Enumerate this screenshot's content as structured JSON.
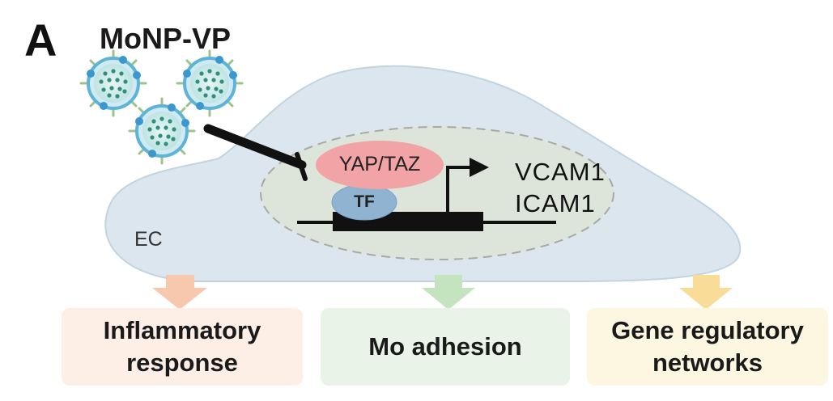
{
  "panel_label": "A",
  "virus_label": "MoNP-VP",
  "nucleus": {
    "complex_label": "YAP/TAZ",
    "tf_label": "TF",
    "target_genes": [
      "VCAM1",
      "ICAM1"
    ]
  },
  "cell_label": "EC",
  "outcomes": [
    {
      "lines": [
        "Inflammatory",
        "response"
      ]
    },
    {
      "lines": [
        "Mo adhesion"
      ]
    },
    {
      "lines": [
        "Gene regulatory",
        "networks"
      ]
    }
  ],
  "colors": {
    "cell_fill": "#dbe6ee",
    "nucleus_fill": "#dde4d9",
    "yap_taz": "#f2a3a6",
    "tf": "#8fb3d1",
    "inflammatory_box": "#fdeee6",
    "inflammatory_arrow": "#f7c8ad",
    "adhesion_box": "#e9f3e8",
    "adhesion_arrow": "#c4e3bf",
    "grn_box": "#fdf6e1",
    "grn_arrow": "#f9dc98"
  }
}
